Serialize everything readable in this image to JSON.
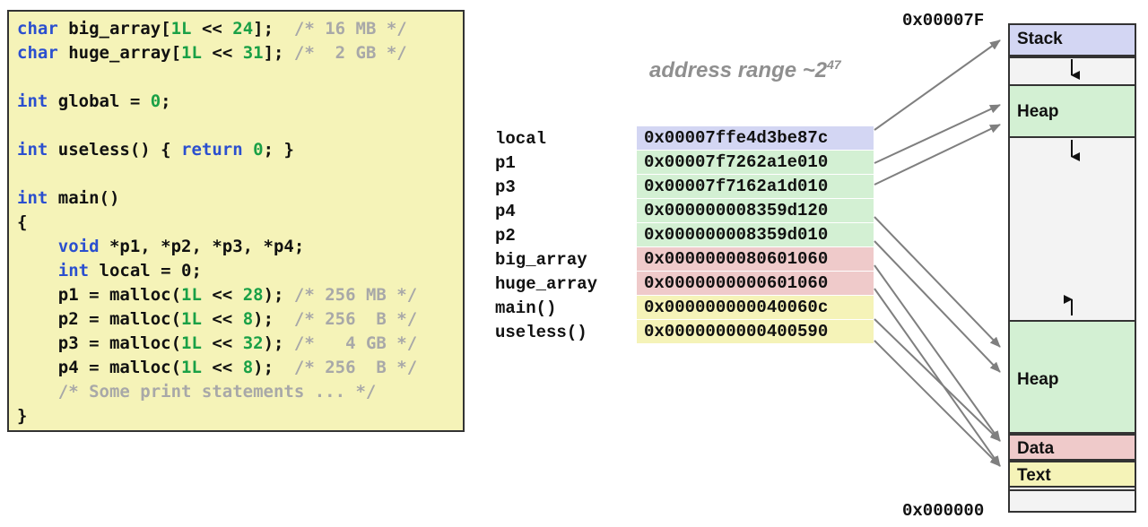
{
  "code_lines": [
    [
      {
        "t": "char",
        "c": "kw"
      },
      {
        "t": " big_array["
      },
      {
        "t": "1L",
        "c": "num"
      },
      {
        "t": " << "
      },
      {
        "t": "24",
        "c": "num"
      },
      {
        "t": "];  "
      },
      {
        "t": "/* 16 MB */",
        "c": "cm"
      }
    ],
    [
      {
        "t": "char",
        "c": "kw"
      },
      {
        "t": " huge_array["
      },
      {
        "t": "1L",
        "c": "num"
      },
      {
        "t": " << "
      },
      {
        "t": "31",
        "c": "num"
      },
      {
        "t": "]; "
      },
      {
        "t": "/*  2 GB */",
        "c": "cm"
      }
    ],
    [],
    [
      {
        "t": "int",
        "c": "kw"
      },
      {
        "t": " global = "
      },
      {
        "t": "0",
        "c": "num"
      },
      {
        "t": ";"
      }
    ],
    [],
    [
      {
        "t": "int",
        "c": "kw"
      },
      {
        "t": " useless() { "
      },
      {
        "t": "return",
        "c": "kw"
      },
      {
        "t": " "
      },
      {
        "t": "0",
        "c": "num"
      },
      {
        "t": "; }"
      }
    ],
    [],
    [
      {
        "t": "int",
        "c": "kw"
      },
      {
        "t": " main()"
      }
    ],
    [
      {
        "t": "{"
      }
    ],
    [
      {
        "t": "    "
      },
      {
        "t": "void",
        "c": "kw"
      },
      {
        "t": " *p1, *p2, *p3, *p4;"
      }
    ],
    [
      {
        "t": "    "
      },
      {
        "t": "int",
        "c": "kw"
      },
      {
        "t": " local = 0;"
      }
    ],
    [
      {
        "t": "    p1 = malloc("
      },
      {
        "t": "1L",
        "c": "num"
      },
      {
        "t": " << "
      },
      {
        "t": "28",
        "c": "num"
      },
      {
        "t": "); "
      },
      {
        "t": "/* 256 MB */",
        "c": "cm"
      }
    ],
    [
      {
        "t": "    p2 = malloc("
      },
      {
        "t": "1L",
        "c": "num"
      },
      {
        "t": " << "
      },
      {
        "t": "8",
        "c": "num"
      },
      {
        "t": ");  "
      },
      {
        "t": "/* 256  B */",
        "c": "cm"
      }
    ],
    [
      {
        "t": "    p3 = malloc("
      },
      {
        "t": "1L",
        "c": "num"
      },
      {
        "t": " << "
      },
      {
        "t": "32",
        "c": "num"
      },
      {
        "t": "); "
      },
      {
        "t": "/*   4 GB */",
        "c": "cm"
      }
    ],
    [
      {
        "t": "    p4 = malloc("
      },
      {
        "t": "1L",
        "c": "num"
      },
      {
        "t": " << "
      },
      {
        "t": "8",
        "c": "num"
      },
      {
        "t": ");  "
      },
      {
        "t": "/* 256  B */",
        "c": "cm"
      }
    ],
    [
      {
        "t": "    "
      },
      {
        "t": "/* Some print statements ... */",
        "c": "cm"
      }
    ],
    [
      {
        "t": "}"
      }
    ]
  ],
  "title": {
    "text": "address range ~2",
    "exp": "47"
  },
  "variables": [
    {
      "name": "local",
      "addr": "0x00007ffe4d3be87c",
      "color": "#d3d6f3"
    },
    {
      "name": "p1",
      "addr": "0x00007f7262a1e010",
      "color": "#d3f0d3"
    },
    {
      "name": "p3",
      "addr": "0x00007f7162a1d010",
      "color": "#d3f0d3"
    },
    {
      "name": "p4",
      "addr": "0x000000008359d120",
      "color": "#d3f0d3"
    },
    {
      "name": "p2",
      "addr": "0x000000008359d010",
      "color": "#d3f0d3"
    },
    {
      "name": "big_array",
      "addr": "0x0000000080601060",
      "color": "#efcaca"
    },
    {
      "name": "huge_array",
      "addr": "0x0000000000601060",
      "color": "#efcaca"
    },
    {
      "name": "main()",
      "addr": "0x000000000040060c",
      "color": "#f5f3b8"
    },
    {
      "name": "useless()",
      "addr": "0x0000000000400590",
      "color": "#f5f3b8"
    }
  ],
  "memory": {
    "top_addr": "0x00007F",
    "bottom_addr": "0x000000",
    "segments": [
      {
        "name": "stack-segment",
        "label": "Stack",
        "color": "#d3d6f3"
      },
      {
        "name": "heap-upper-segment",
        "label": "Heap",
        "color": "#d3f0d3"
      },
      {
        "name": "heap-lower-segment",
        "label": "Heap",
        "color": "#d3f0d3"
      },
      {
        "name": "data-segment",
        "label": "Data",
        "color": "#efcaca"
      },
      {
        "name": "text-segment",
        "label": "Text",
        "color": "#f5f3b8"
      }
    ]
  }
}
